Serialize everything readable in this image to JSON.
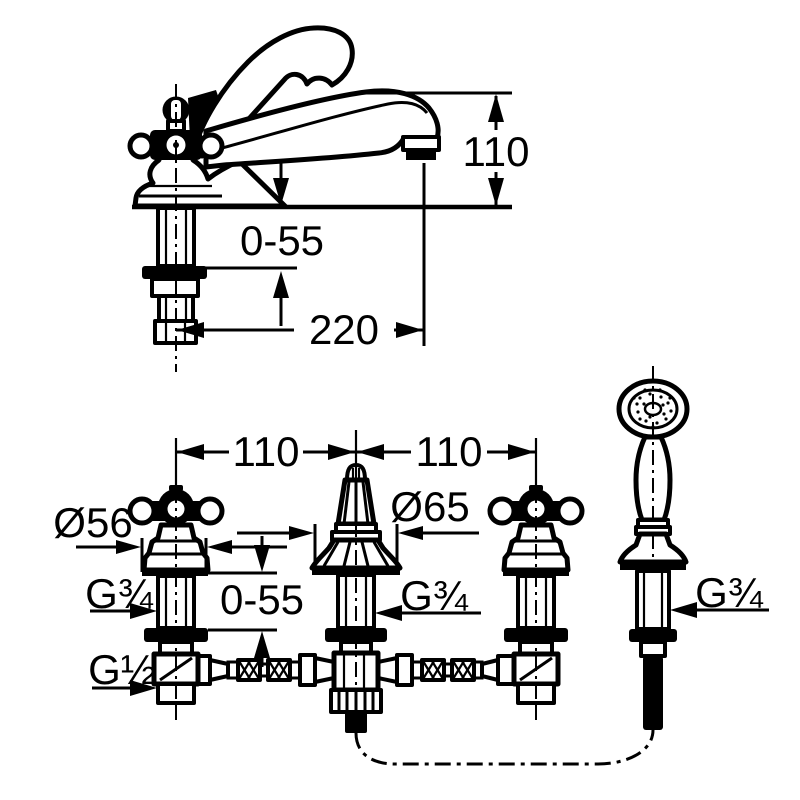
{
  "colors": {
    "line": "#000000",
    "background": "#ffffff"
  },
  "top_view": {
    "spout_height": "110",
    "deck_range": "0-55",
    "spout_reach": "220"
  },
  "bottom_view": {
    "spacing_left": "110",
    "spacing_right": "110",
    "handle_diameter": "Ø56",
    "spout_diameter": "Ø65",
    "deck_range": "0-55",
    "valve_thread": "G¾",
    "spout_thread": "G¾",
    "shower_thread": "G¾",
    "inlet_thread": "G½"
  }
}
